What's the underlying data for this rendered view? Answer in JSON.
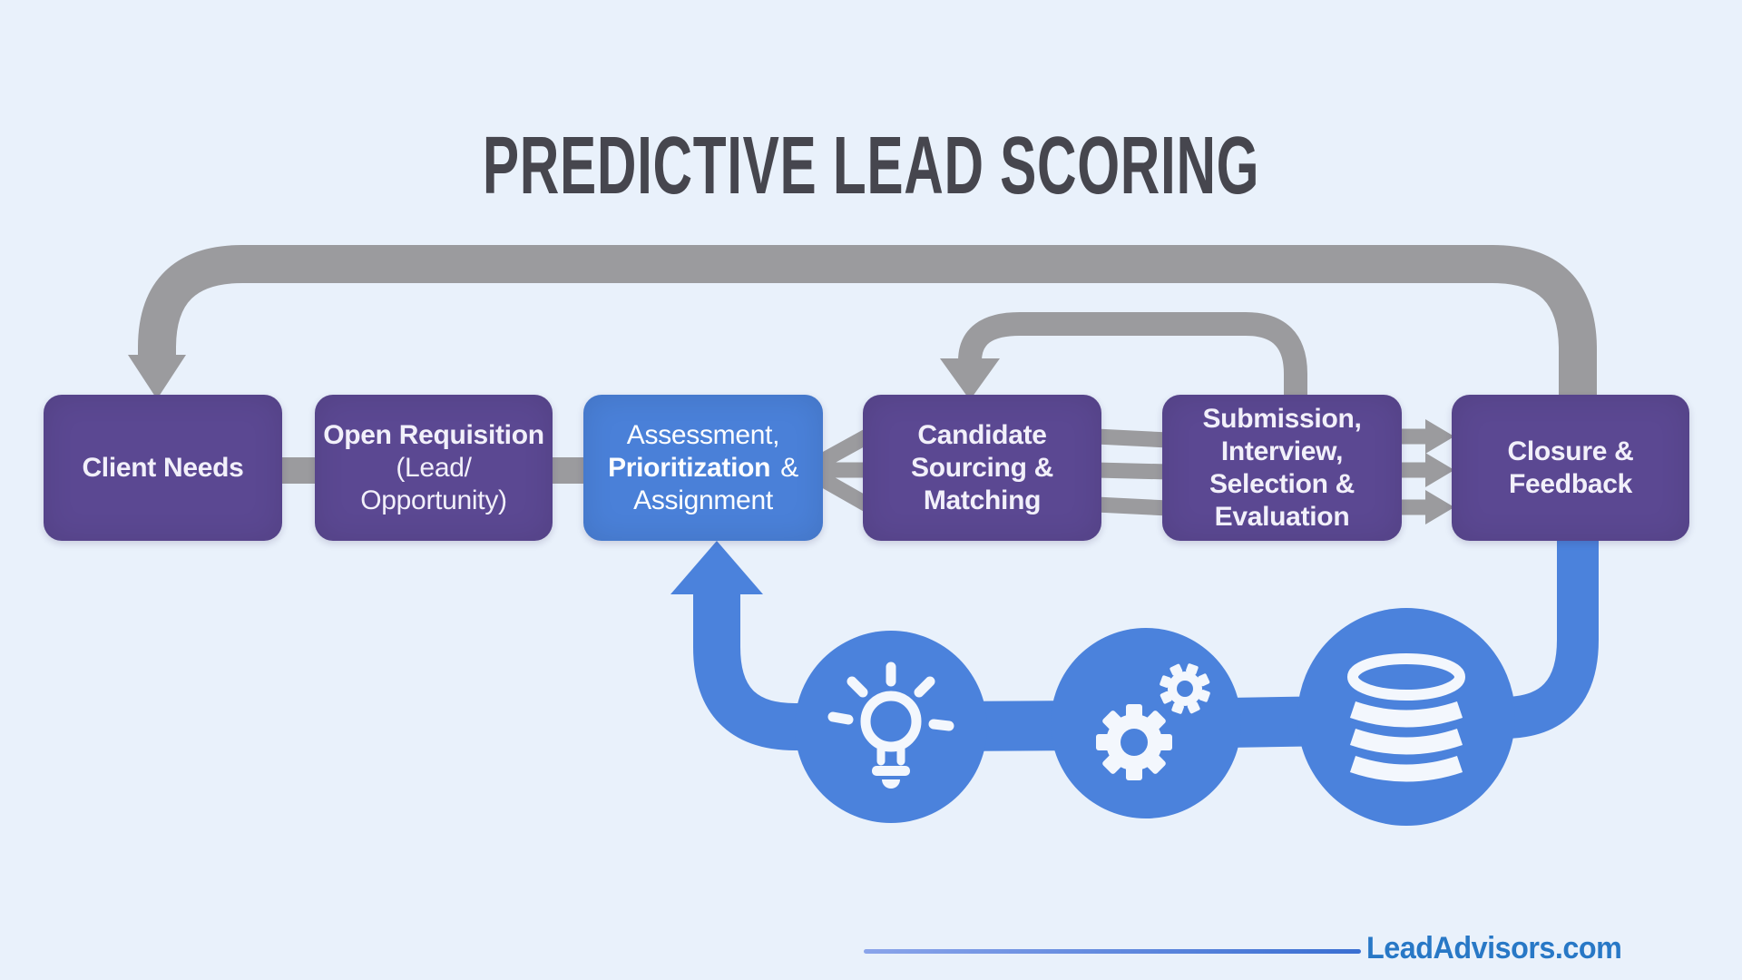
{
  "title": "PREDICTIVE LEAD SCORING",
  "colors": {
    "background": "#e9f1fb",
    "box-purple": "#5b4892",
    "box-blue": "#4a80d8",
    "path-blue": "#4b82dc",
    "arrow-gray": "#9b9b9e",
    "title-text": "#46464e",
    "box-text": "#f2f0fa",
    "box-text-blue": "#fdfeff",
    "icon-white": "#f3f7fd",
    "brand-blue": "#2878c6"
  },
  "boxes": {
    "b1": {
      "l1": "Client Needs"
    },
    "b2": {
      "l1": "Open Requisition",
      "l2": "(Lead/",
      "l3": "Opportunity)"
    },
    "b3": {
      "l1": "Assessment,",
      "l2a": "Prioritization",
      "l2b": "&",
      "l3": "Assignment"
    },
    "b4": {
      "l1": "Candidate",
      "l2": "Sourcing &",
      "l3": "Matching"
    },
    "b5": {
      "l1": "Submission,",
      "l2": "Interview,",
      "l3": "Selection &",
      "l4": "Evaluation"
    },
    "b6": {
      "l1": "Closure &",
      "l2": "Feedback"
    }
  },
  "icons": {
    "circle1": "lightbulb-icon",
    "circle2": "gears-icon",
    "circle3": "database-icon"
  },
  "footer": {
    "brand": "LeadAdvisors.com"
  }
}
